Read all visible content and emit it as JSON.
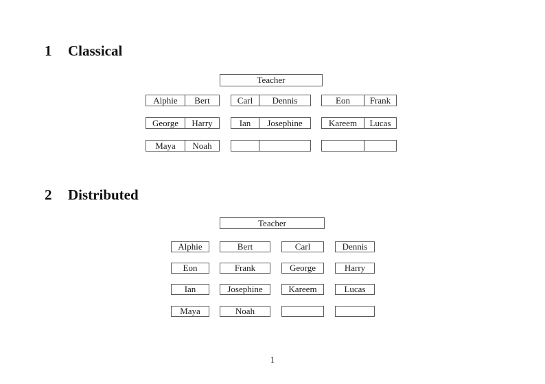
{
  "page": {
    "number": "1"
  },
  "sections": [
    {
      "number": "1",
      "title": "Classical"
    },
    {
      "number": "2",
      "title": "Distributed"
    }
  ],
  "classical": {
    "teacher_label": "Teacher",
    "rows": [
      {
        "desks": [
          {
            "seats": [
              "Alphie",
              "Bert"
            ]
          },
          {
            "seats": [
              "Carl",
              "Dennis"
            ]
          },
          {
            "seats": [
              "Eon",
              "Frank"
            ]
          }
        ]
      },
      {
        "desks": [
          {
            "seats": [
              "George",
              "Harry"
            ]
          },
          {
            "seats": [
              "Ian",
              "Josephine"
            ]
          },
          {
            "seats": [
              "Kareem",
              "Lucas"
            ]
          }
        ]
      },
      {
        "desks": [
          {
            "seats": [
              "Maya",
              "Noah"
            ]
          },
          {
            "seats": [
              "",
              ""
            ]
          },
          {
            "seats": [
              "",
              ""
            ]
          }
        ]
      }
    ]
  },
  "distributed": {
    "teacher_label": "Teacher",
    "rows": [
      {
        "seats": [
          "Alphie",
          "Bert",
          "Carl",
          "Dennis"
        ]
      },
      {
        "seats": [
          "Eon",
          "Frank",
          "George",
          "Harry"
        ]
      },
      {
        "seats": [
          "Ian",
          "Josephine",
          "Kareem",
          "Lucas"
        ]
      },
      {
        "seats": [
          "Maya",
          "Noah",
          "",
          ""
        ]
      }
    ]
  }
}
